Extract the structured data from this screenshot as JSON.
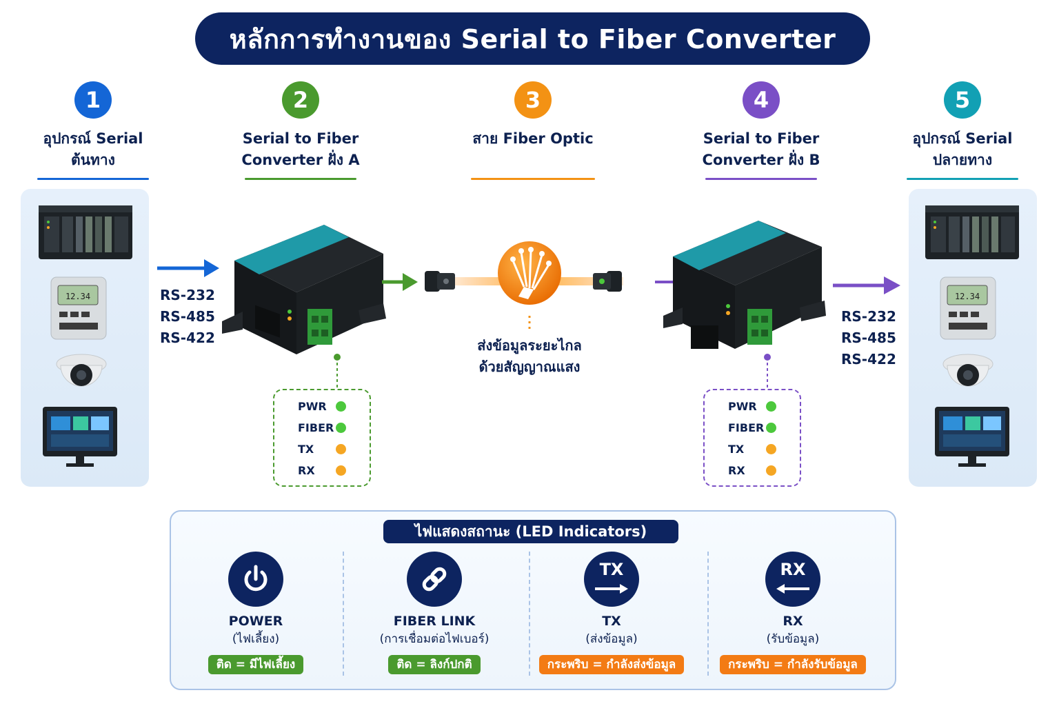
{
  "title": "หลักการทำงานของ Serial to Fiber Converter",
  "colors": {
    "navy": "#0d2460",
    "blue": "#1466d6",
    "green": "#4a9a2e",
    "orange": "#f39214",
    "purple": "#7a4fc6",
    "teal": "#12a0b4",
    "led_green": "#4cc83c",
    "led_amber": "#f5a623"
  },
  "steps": [
    {
      "number": "1",
      "line1": "อุปกรณ์ Serial",
      "line2": "ต้นทาง",
      "color": "#1466d6"
    },
    {
      "number": "2",
      "line1": "Serial to Fiber",
      "line2": "Converter ฝั่ง A",
      "color": "#4a9a2e"
    },
    {
      "number": "3",
      "line1": "สาย Fiber Optic",
      "line2": "",
      "color": "#f39214"
    },
    {
      "number": "4",
      "line1": "Serial to Fiber",
      "line2": "Converter ฝั่ง B",
      "color": "#7a4fc6"
    },
    {
      "number": "5",
      "line1": "อุปกรณ์ Serial",
      "line2": "ปลายทาง",
      "color": "#12a0b4"
    }
  ],
  "protocols_left": [
    "RS-232",
    "RS-485",
    "RS-422"
  ],
  "protocols_right": [
    "RS-232",
    "RS-485",
    "RS-422"
  ],
  "fiber_caption": {
    "line1": "ส่งข้อมูลระยะไกล",
    "line2": "ด้วยสัญญาณแสง"
  },
  "led_panel_a": [
    {
      "label": "PWR",
      "color": "#4cc83c"
    },
    {
      "label": "FIBER",
      "color": "#4cc83c"
    },
    {
      "label": "TX",
      "color": "#f5a623"
    },
    {
      "label": "RX",
      "color": "#f5a623"
    }
  ],
  "led_panel_b": [
    {
      "label": "PWR",
      "color": "#4cc83c"
    },
    {
      "label": "FIBER",
      "color": "#4cc83c"
    },
    {
      "label": "TX",
      "color": "#f5a623"
    },
    {
      "label": "RX",
      "color": "#f5a623"
    }
  ],
  "devices": [
    "plc-icon",
    "meter-icon",
    "dome-camera-icon",
    "monitor-icon"
  ],
  "legend": {
    "title": "ไฟแสดงสถานะ (LED Indicators)",
    "items": [
      {
        "icon": "power-icon",
        "name": "POWER",
        "sub": "(ไฟเลี้ยง)",
        "pill": "ติด = มีไฟเลี้ยง",
        "pill_color": "#4a9a2e"
      },
      {
        "icon": "link-icon",
        "name": "FIBER LINK",
        "sub": "(การเชื่อมต่อไฟเบอร์)",
        "pill": "ติด = ลิงก์ปกติ",
        "pill_color": "#4a9a2e"
      },
      {
        "icon": "tx-arrow-icon",
        "icon_text": "TX",
        "name": "TX",
        "sub": "(ส่งข้อมูล)",
        "pill": "กระพริบ = กำลังส่งข้อมูล",
        "pill_color": "#f37b14"
      },
      {
        "icon": "rx-arrow-icon",
        "icon_text": "RX",
        "name": "RX",
        "sub": "(รับข้อมูล)",
        "pill": "กระพริบ = กำลังรับข้อมูล",
        "pill_color": "#f37b14"
      }
    ]
  }
}
